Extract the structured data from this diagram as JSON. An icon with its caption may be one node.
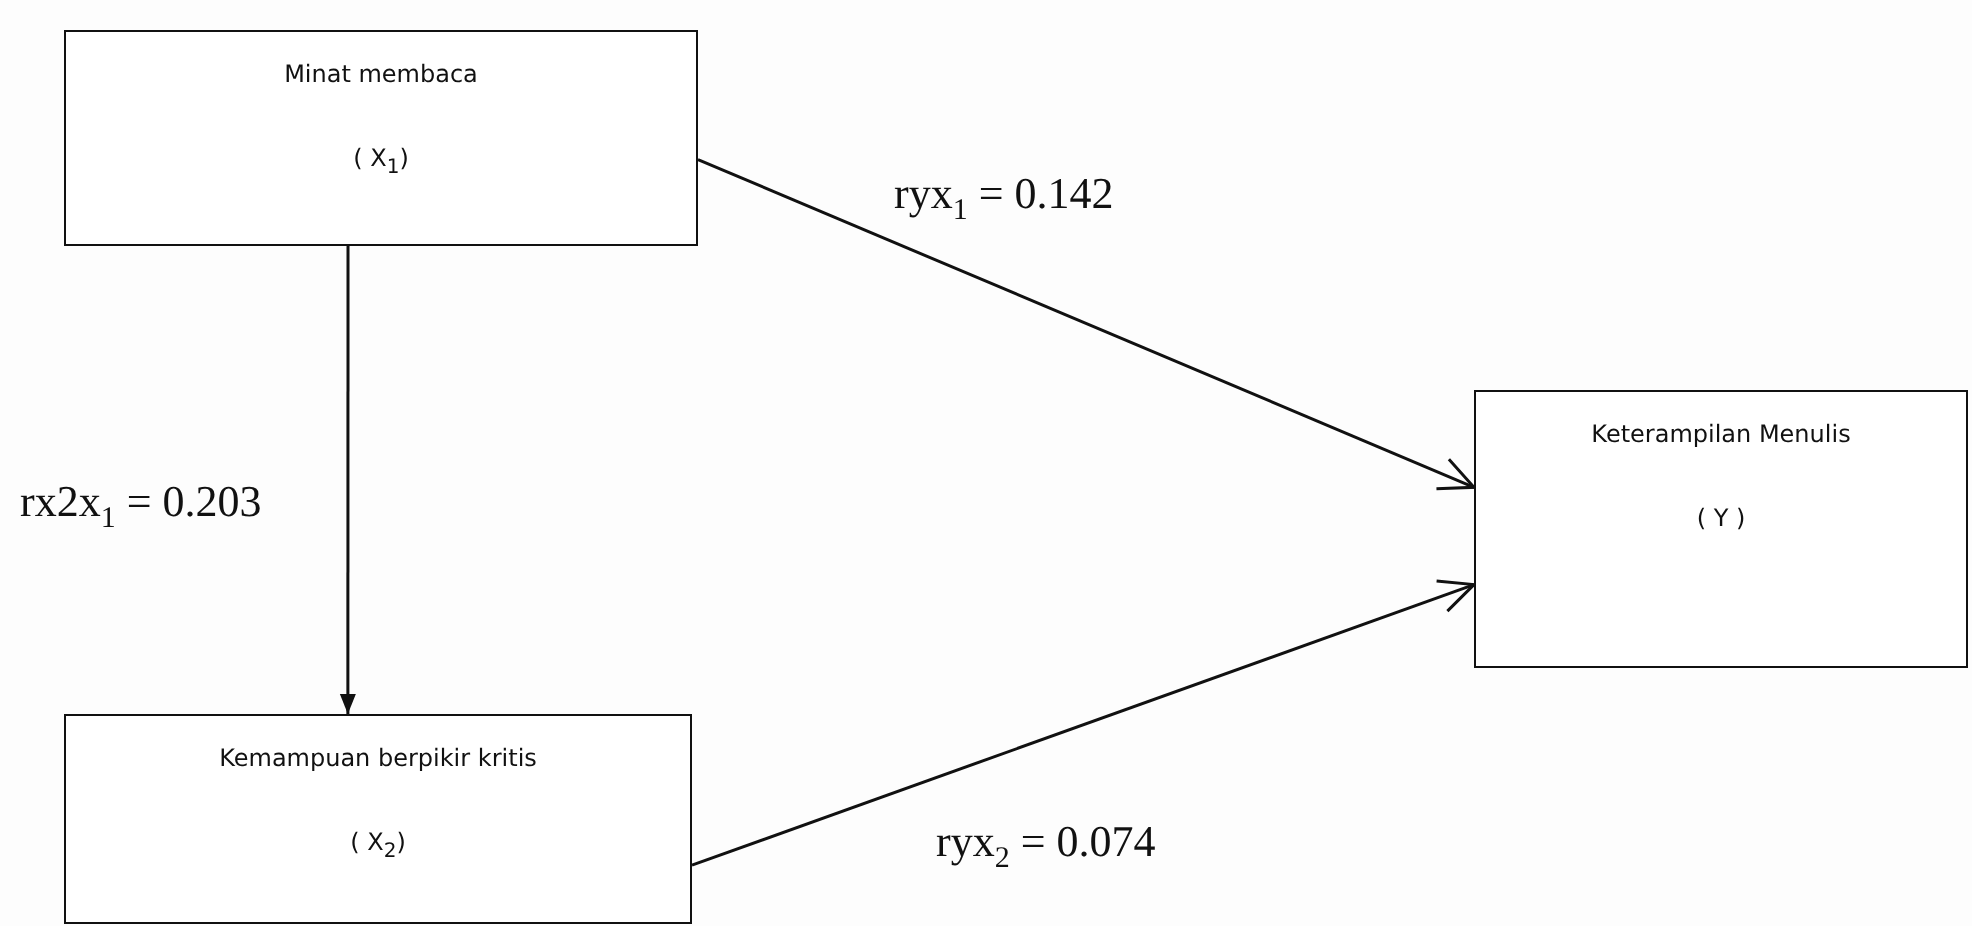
{
  "diagram": {
    "nodes": [
      {
        "text": [
          "Minat membaca",
          "( X$_{1}$)"
        ]
      },
      {
        "text": [
          "Kemampuan berpikir kritis",
          "( X$_{2}$)"
        ]
      },
      {
        "text": [
          "Keterampilan Menulis",
          "( Y )"
        ]
      }
    ],
    "edges": [
      {
        "from": 0,
        "to": 1,
        "arrow": "to",
        "label": "rx2x$_{1}$ = 0.203"
      },
      {
        "from": 0,
        "to": 2,
        "arrow": "to",
        "label": "ryx$_{1}$ = 0.142"
      },
      {
        "from": 1,
        "to": 2,
        "arrow": "to",
        "label": "ryx$_{2}$ = 0.074"
      }
    ]
  }
}
